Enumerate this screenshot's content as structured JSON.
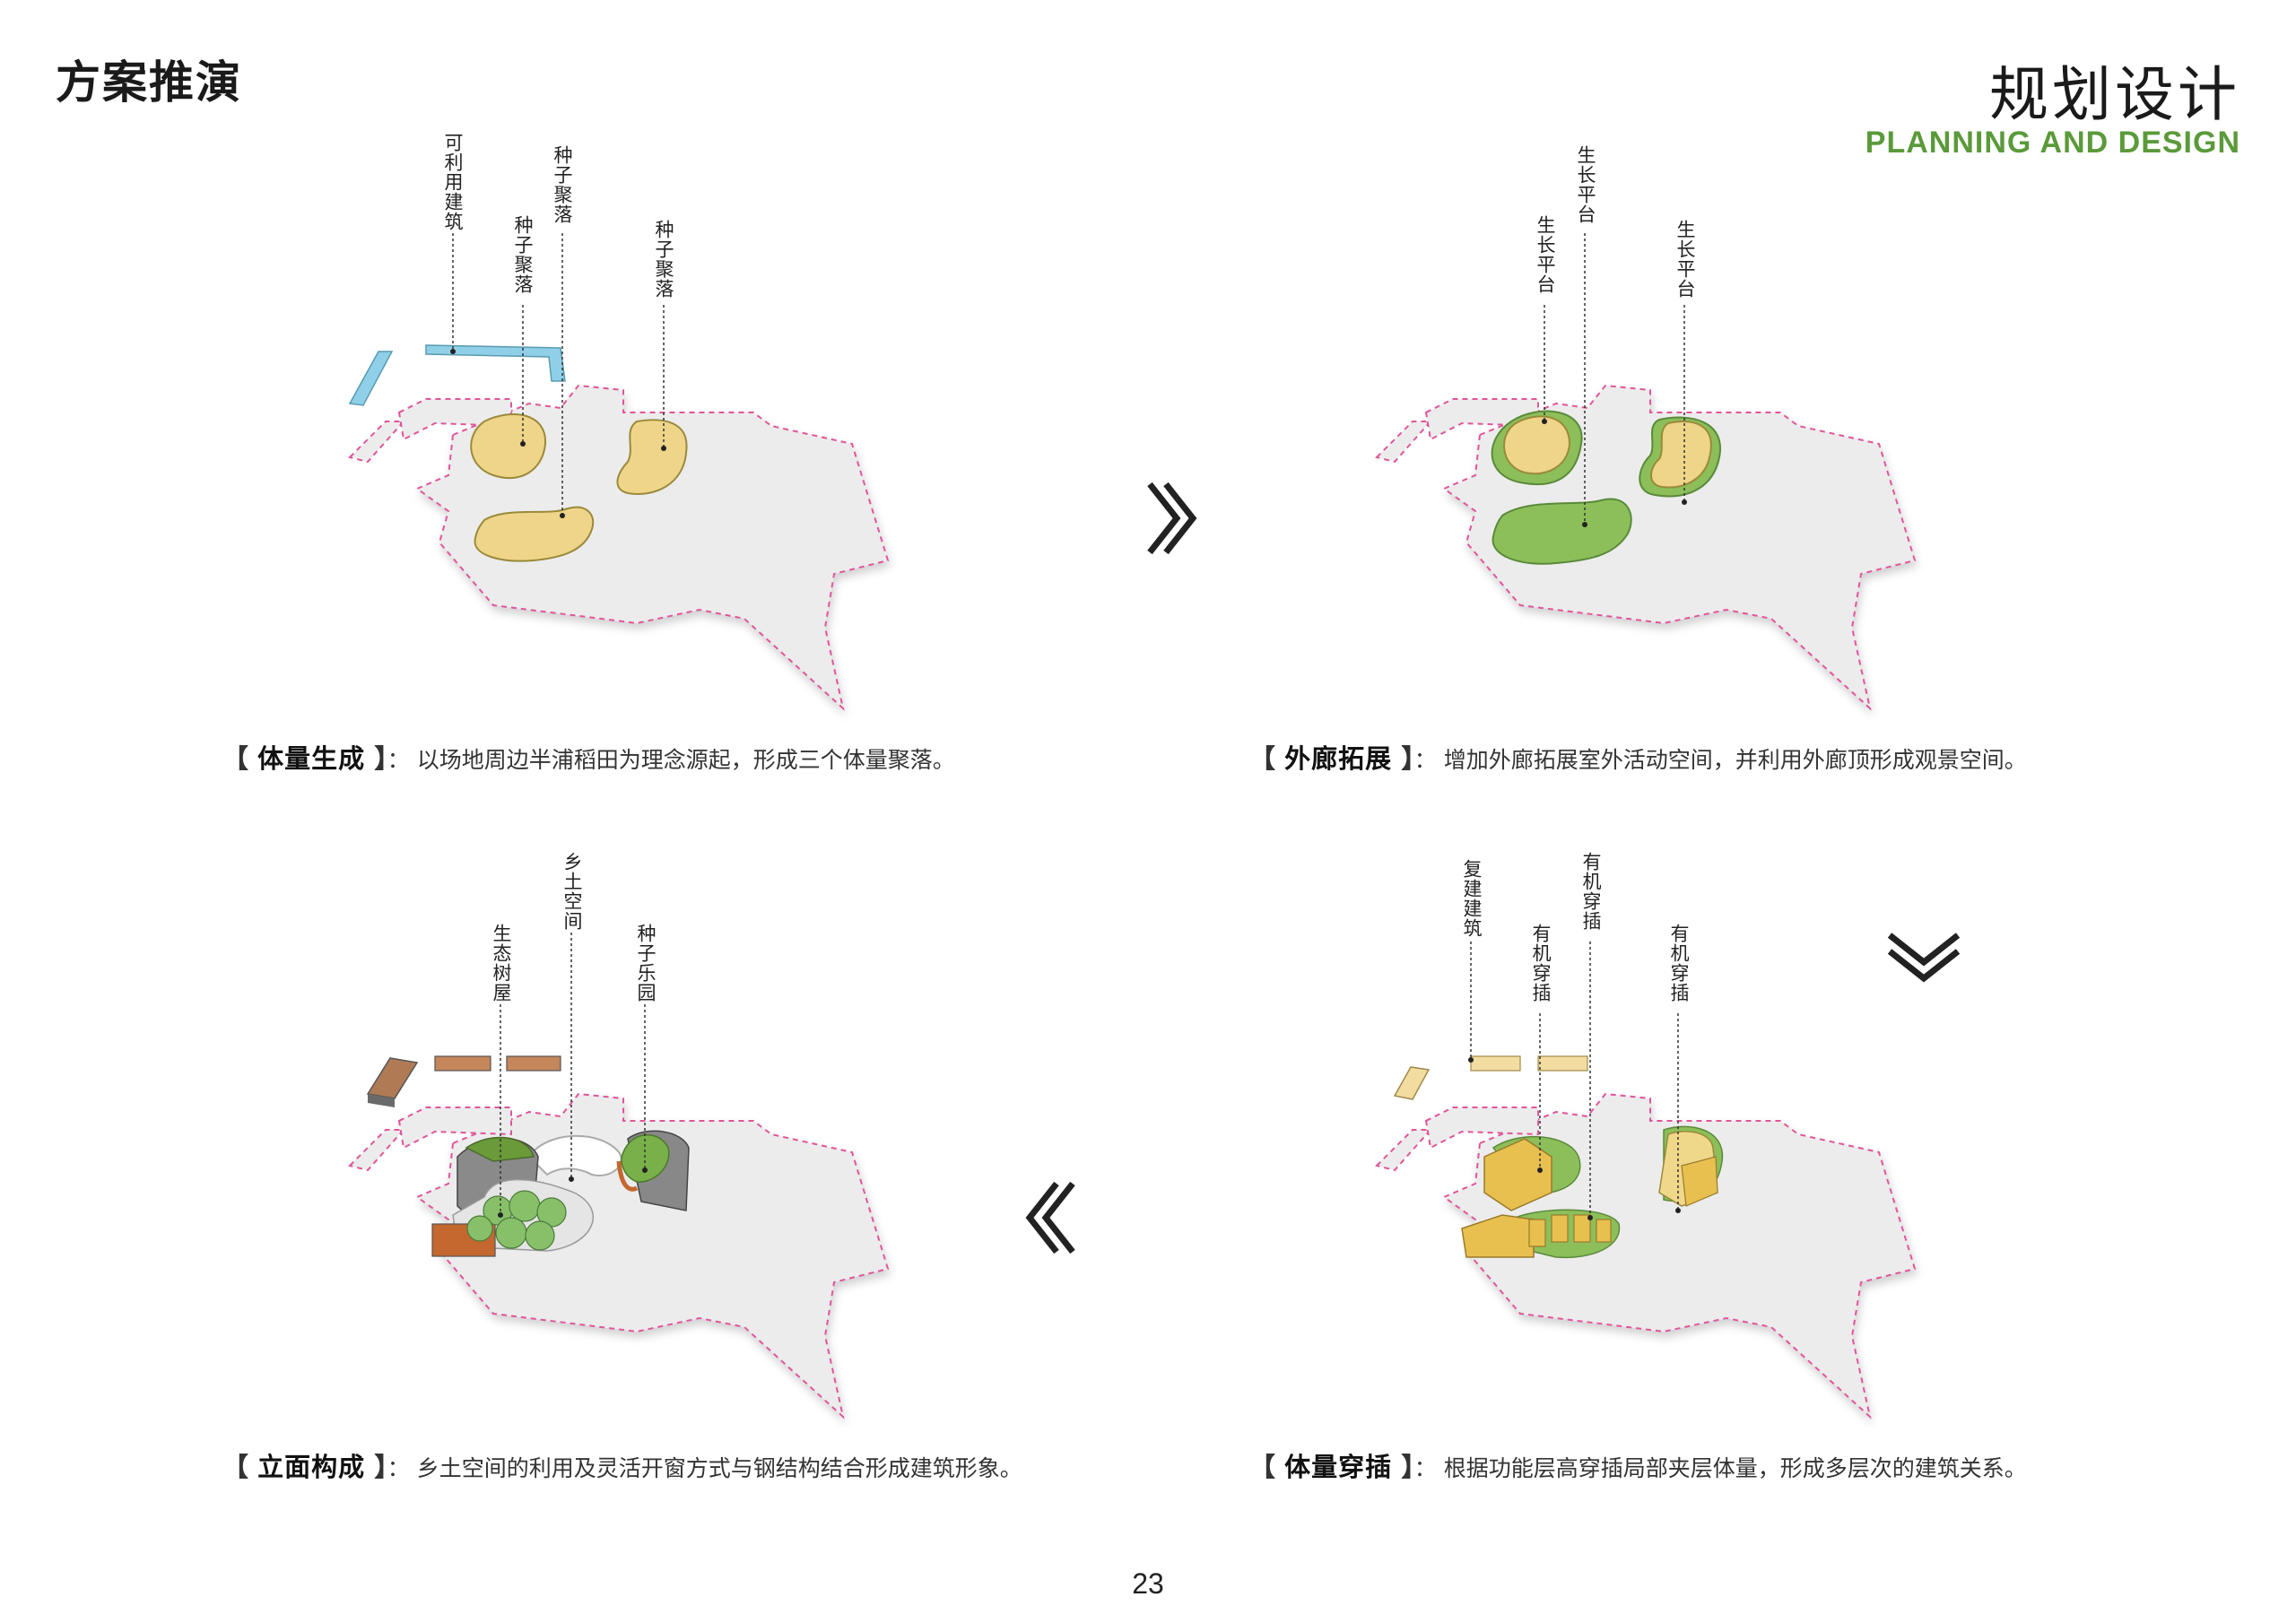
{
  "section_title": "方案推演",
  "header": {
    "title_cn": "规划设计",
    "title_en": "PLANNING AND DESIGN"
  },
  "colors": {
    "accent_green": "#5b9a3a",
    "site_gray": "#ececec",
    "boundary_pink": "#e0559a",
    "mass_yellow": "#efd58a",
    "green_platform": "#8cbf5a",
    "blue_building": "#8fd0e8"
  },
  "panels": [
    {
      "id": "p1",
      "title": "体量生成",
      "caption": "以场地周边半浦稻田为理念源起，形成三个体量聚落。",
      "labels": [
        "可利用建筑",
        "种子聚落",
        "种子聚落",
        "种子聚落"
      ]
    },
    {
      "id": "p2",
      "title": "外廊拓展",
      "caption": "增加外廊拓展室外活动空间，并利用外廊顶形成观景空间。",
      "labels": [
        "生长平台",
        "生长平台",
        "生长平台"
      ]
    },
    {
      "id": "p3",
      "title": "立面构成",
      "caption": "乡土空间的利用及灵活开窗方式与钢结构结合形成建筑形象。",
      "labels": [
        "生态树屋",
        "乡土空间",
        "种子乐园"
      ]
    },
    {
      "id": "p4",
      "title": "体量穿插",
      "caption": "根据功能层高穿插局部夹层体量，形成多层次的建筑关系。",
      "labels": [
        "复建建筑",
        "有机穿插",
        "有机穿插",
        "有机穿插"
      ]
    }
  ],
  "arrows": [
    "right-arrow-icon",
    "down-arrow-icon",
    "left-arrow-icon"
  ],
  "page_number": "23"
}
